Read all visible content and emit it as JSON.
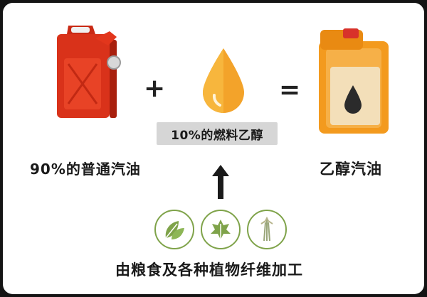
{
  "labels": {
    "regular_gasoline": "90%的普通汽油",
    "ethanol_fuel": "10%的燃料乙醇",
    "ethanol_gasoline": "乙醇汽油",
    "source": "由粮食及各种植物纤维加工"
  },
  "operators": {
    "plus": "+",
    "equals": "="
  },
  "icons": {
    "red_can": "red-fuel-can-icon",
    "drop": "fuel-drop-icon",
    "orange_can": "orange-fuel-jug-icon",
    "arrow": "up-arrow-icon",
    "leaf1": "leaves-icon",
    "leaf2": "herb-leaf-icon",
    "grass": "grass-stalk-icon"
  },
  "colors": {
    "red_can": "#e2361c",
    "drop": "#f3a32a",
    "orange_can": "#f39a1e",
    "plant_green": "#7fa34a"
  }
}
